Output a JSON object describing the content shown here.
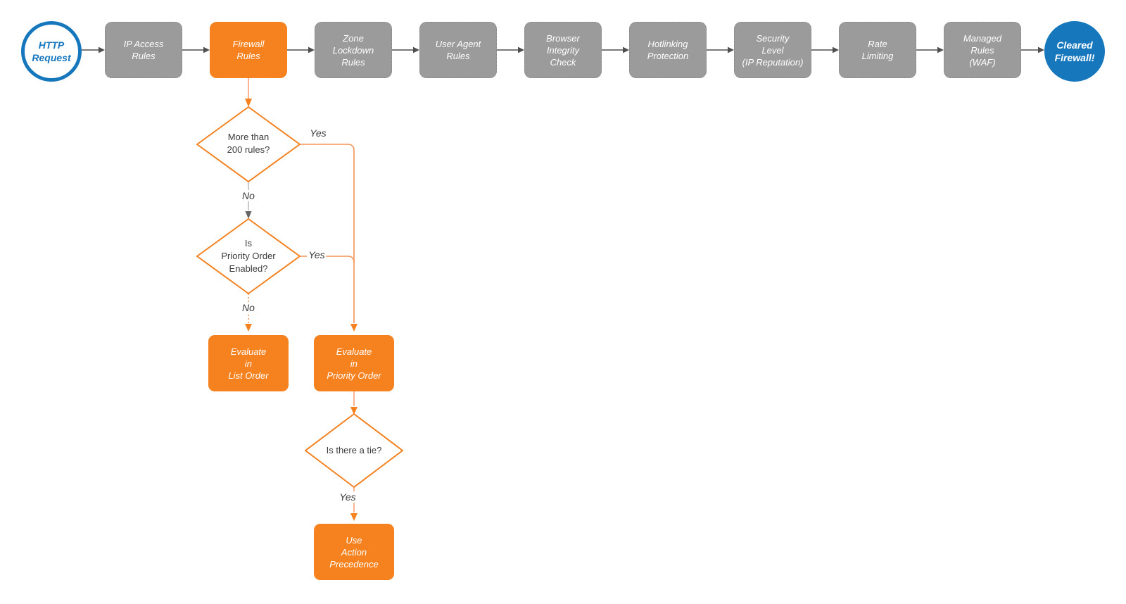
{
  "colors": {
    "orange": "#F6821F",
    "orange-stroke": "#F48120",
    "orange-line": "#F69357",
    "orange-line-light": "#F9AE87",
    "gray-fill": "#9B9B9B",
    "gray-border": "#8A8A8A",
    "blue": "#1777BD",
    "dark-arrow": "#4F4F4F",
    "gray-line": "#B3B3B3",
    "gray-arrow": "#666666",
    "text-dark": "#3B3B3B"
  },
  "pipeline": {
    "start": {
      "label": "HTTP\nRequest"
    },
    "stages": [
      {
        "label": "IP Access\nRules"
      },
      {
        "label": "Firewall\nRules"
      },
      {
        "label": "Zone\nLockdown\nRules"
      },
      {
        "label": "User Agent\nRules"
      },
      {
        "label": "Browser\nIntegrity\nCheck"
      },
      {
        "label": "Hotlinking\nProtection"
      },
      {
        "label": "Security\nLevel\n(IP Reputation)"
      },
      {
        "label": "Rate\nLimiting"
      },
      {
        "label": "Managed\nRules\n(WAF)"
      }
    ],
    "end": {
      "label": "Cleared\nFirewall!"
    }
  },
  "branch": {
    "decisions": [
      {
        "label": "More than\n200 rules?"
      },
      {
        "label": "Is\nPriority Order\nEnabled?"
      },
      {
        "label": "Is there a tie?"
      }
    ],
    "actions": [
      {
        "label": "Evaluate\nin\nList Order"
      },
      {
        "label": "Evaluate\nin\nPriority Order"
      },
      {
        "label": "Use\nAction\nPrecedence"
      }
    ],
    "edge_labels": {
      "d1_yes": "Yes",
      "d1_no": "No",
      "d2_yes": "Yes",
      "d2_no": "No",
      "d3_yes": "Yes"
    }
  }
}
